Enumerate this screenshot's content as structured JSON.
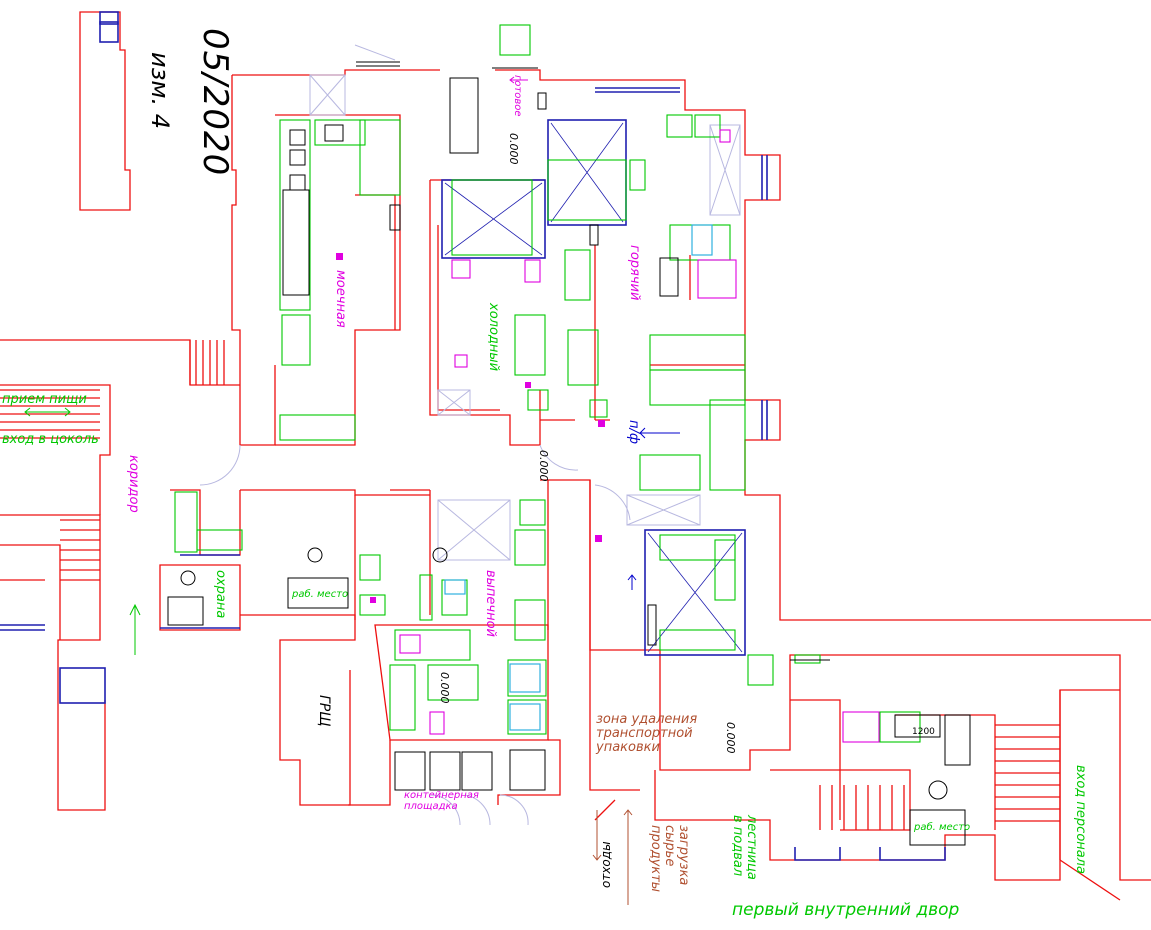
{
  "stamp": {
    "date": "05/2020",
    "revision": "изм. 4"
  },
  "rooms": {
    "washroom": "моечная",
    "cold_shop": "холодный",
    "hot_shop": "горячий",
    "baking": "выпечной",
    "corridor": "коридор",
    "security": "охрана",
    "grsch": "ГРЩ",
    "pf": "п/ф"
  },
  "labels": {
    "food_intake": "прием пищи",
    "basement_entrance": "вход в цоколь",
    "ready": "готовое",
    "workplace_1": "раб. место",
    "workplace_2": "раб. место",
    "container_area_line1": "контейнерная",
    "container_area_line2": "площадка",
    "packaging_line1": "зона удаления",
    "packaging_line2": "транспортной",
    "packaging_line3": "упаковки",
    "waste": "отходы",
    "raw_loading_line1": "загрузка",
    "raw_loading_line2": "сырье",
    "raw_loading_line3": "продукты",
    "stairs_line1": "лестница",
    "stairs_line2": "в подвал",
    "staff_entrance": "вход персонала",
    "courtyard": "первый внутренний двор",
    "dim_1200": "1200",
    "level_1": "0.000",
    "level_2": "0.000",
    "level_3": "0.000",
    "level_4": "0.000"
  },
  "colors": {
    "walls": "#ee1010",
    "equipment": "#00c800",
    "cold_units": "#2020b0",
    "markers": "#e000e0",
    "doors": "#b8b8e0"
  }
}
